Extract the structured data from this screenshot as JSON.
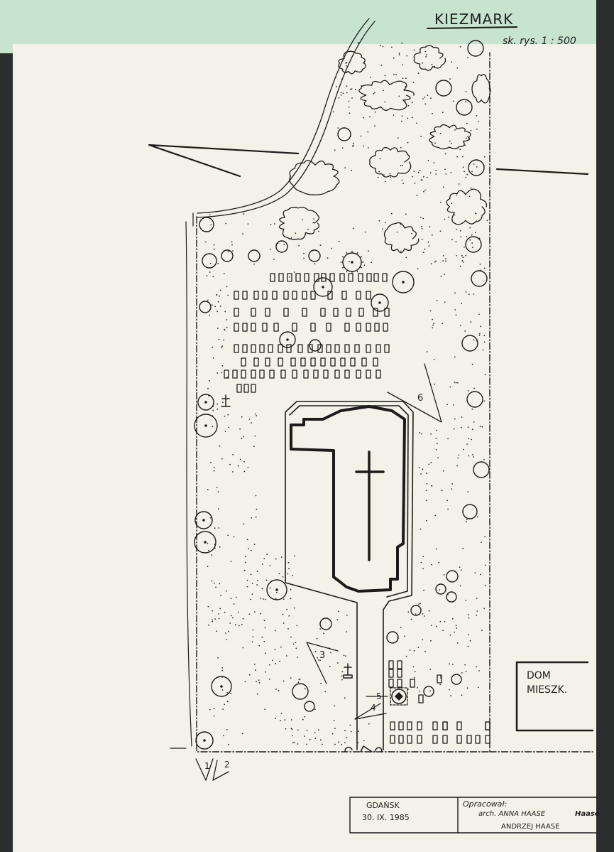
{
  "title": "KIEZMARK",
  "scale": "sk. rys. 1 : 500",
  "building_label_line1": "DOM",
  "building_label_line2": "MIESZK.",
  "viewpoints": {
    "v1": "1",
    "v2": "2",
    "v3": "3",
    "v4": "4",
    "v5": "5",
    "v6": "6"
  },
  "title_block": {
    "place": "GDAŃSK",
    "date": "30. IX. 1985",
    "prepared_by": "Opracował:",
    "author1": "arch. ANNA HAASE",
    "signature": "Haase",
    "author2": "ANDRZEJ HAASE"
  },
  "colors": {
    "paper": "#f3f2e8",
    "mint_tab": "#c7e4cf",
    "ink": "#1b1b1b",
    "background": "#2b2e2c"
  }
}
